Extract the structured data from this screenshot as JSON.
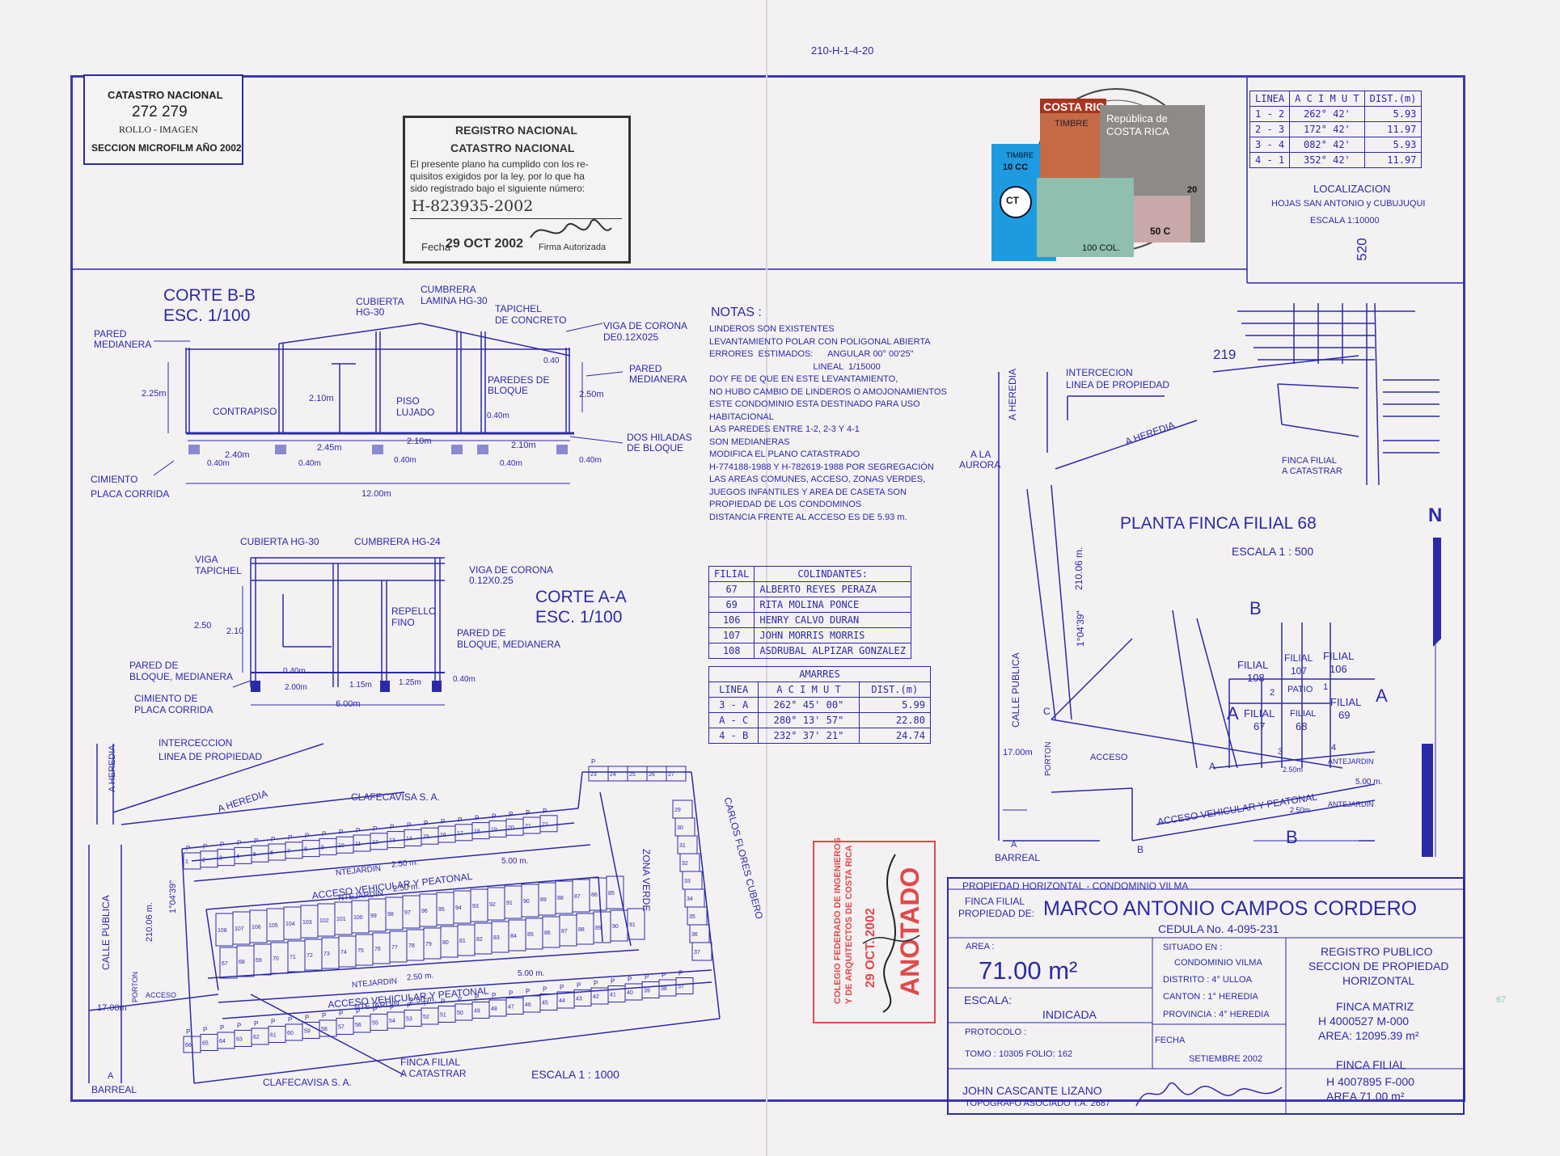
{
  "ref_code": "210-H-1-4-20",
  "catastro_stamp": {
    "title": "CATASTRO NACIONAL",
    "number": "272 279",
    "rollo": "ROLLO - IMAGEN",
    "seccion": "SECCION MICROFILM AÑO 2002"
  },
  "registro_stamp": {
    "line1": "REGISTRO NACIONAL",
    "line2": "CATASTRO NACIONAL",
    "text1": "El presente plano ha cumplido con los re-",
    "text2": "quisitos exigidos por la ley, por lo que ha",
    "text3": "sido registrado bajo el siguiente número:",
    "number": "H-823935-2002",
    "fecha_label": "Fecha",
    "fecha": "29 OCT 2002",
    "firma_label": "Firma Autorizada"
  },
  "lines_table": {
    "headers": [
      "LINEA",
      "A C I M U T",
      "DIST.(m)"
    ],
    "rows": [
      [
        "1 - 2",
        "262° 42'",
        "5.93"
      ],
      [
        "2 - 3",
        "172° 42'",
        "11.97"
      ],
      [
        "3 - 4",
        "082° 42'",
        "5.93"
      ],
      [
        "4 - 1",
        "352° 42'",
        "11.97"
      ]
    ]
  },
  "localizacion": {
    "title": "LOCALIZACION",
    "hojas": "HOJAS   SAN ANTONIO y CUBUJUQUI",
    "escala": "ESCALA  1:10000",
    "n520": "520",
    "n219": "219",
    "finca": "FINCA FILIAL",
    "finca2": "A CATASTRAR"
  },
  "corte_bb": {
    "title": "CORTE  B-B",
    "escala": "ESC. 1/100",
    "labels": {
      "cumbrera": "CUMBRERA",
      "lamina": "LAMINA HG-30",
      "cubierta": "CUBIERTA",
      "hg30": "HG-30",
      "tapichel": "TAPICHEL",
      "concreto": "DE CONCRETO",
      "viga": "VIGA DE CORONA",
      "viga2": "DE0.12X025",
      "pared_med": "PARED",
      "medianera": "MEDIANERA",
      "pared_med_r": "PARED",
      "medianera_r": "MEDIANERA",
      "paredes": "PAREDES DE",
      "bloque": "BLOQUE",
      "contrapiso": "CONTRAPISO",
      "piso": "PISO",
      "lujado": "LUJADO",
      "dos_hiladas": "DOS HILADAS",
      "de_bloque": "DE BLOQUE",
      "cimiento": "CIMIENTO",
      "placa": "PLACA CORRIDA",
      "d225": "2.25m",
      "d210a": "2.10m",
      "d250": "2.50m",
      "d040a": "0.40",
      "d040b": "0.40m",
      "d240": "2.40m",
      "d245": "2.45m",
      "d210b": "2.10m",
      "d210c": "2.10m",
      "d040c": "0.40m",
      "d040d": "0.40m",
      "d040e": "0.40m",
      "d040f": "0.40m",
      "d040g": "0.40m",
      "d1200": "12.00m"
    }
  },
  "corte_aa": {
    "title": "CORTE  A-A",
    "escala": "ESC. 1/100",
    "labels": {
      "cubierta": "CUBIERTA HG-30",
      "cumbrera": "CUMBRERA HG-24",
      "viga": "VIGA",
      "tapichel": "TAPICHEL",
      "viga_corona": "VIGA DE CORONA",
      "viga_dim": "0.12X0.25",
      "repello": "REPELLO",
      "fino": "FINO",
      "pared": "PARED DE",
      "bloque_med": "BLOQUE, MEDIANERA",
      "pared2": "PARED DE",
      "bloque_med2": "BLOQUE, MEDIANERA",
      "cimiento": "CIMIENTO DE",
      "placa": "PLACA CORRIDA",
      "d250": "2.50",
      "d210": "2.10",
      "d040a": "0.40m",
      "d200": "2.00m",
      "d115": "1.15m",
      "d125": "1.25m",
      "d040b": "0.40m",
      "d600": "6.00m"
    }
  },
  "notas": {
    "title": "NOTAS :",
    "lines": [
      "LINDEROS SON EXISTENTES",
      "LEVANTAMIENTO POLAR CON POLIGONAL ABIERTA",
      "ERRORES  ESTIMADOS:      ANGULAR 00° 00'25\"",
      "                                          LINEAL  1/15000",
      "",
      "DOY FE DE QUE EN ESTE LEVANTAMIENTO,",
      "NO HUBO CAMBIO DE LINDEROS O AMOJONAMIENTOS",
      "ESTE CONDOMINIO ESTA DESTINADO PARA USO",
      "HABITACIONAL",
      "LAS PAREDES ENTRE 1-2, 2-3 Y 4-1",
      "SON MEDIANERAS",
      "MODIFICA EL PLANO CATASTRADO",
      "H-774188-1988 Y H-782619-1988 POR SEGREGACIÓN",
      "LAS AREAS COMUNES, ACCESO, ZONAS VERDES,",
      "JUEGOS INFANTILES Y AREA DE CASETA SON",
      "PROPIEDAD DE LOS CONDOMINOS",
      "DISTANCIA FRENTE AL ACCESO ES DE 5.93 m."
    ]
  },
  "colindantes": {
    "headers": [
      "FILIAL",
      "COLINDANTES:"
    ],
    "rows": [
      [
        "67",
        "ALBERTO REYES PERAZA"
      ],
      [
        "69",
        "RITA MOLINA PONCE"
      ],
      [
        "106",
        "HENRY CALVO DURAN"
      ],
      [
        "107",
        "JOHN MORRIS MORRIS"
      ],
      [
        "108",
        "ASDRUBAL ALPIZAR GONZALEZ"
      ]
    ]
  },
  "amarres": {
    "title": "AMARRES",
    "headers": [
      "LINEA",
      "A C I M U T",
      "DIST.(m)"
    ],
    "rows": [
      [
        "3 - A",
        "262° 45' 00\"",
        "5.99"
      ],
      [
        "A - C",
        "280° 13' 57\"",
        "22.80"
      ],
      [
        "4 - B",
        "232° 37' 21\"",
        "24.74"
      ]
    ]
  },
  "planta": {
    "title": "PLANTA  FINCA  FILIAL  68",
    "escala": "ESCALA   1 : 500",
    "north": "N",
    "labels": {
      "heredia": "A HEREDIA",
      "intercecion": "INTERCECION",
      "linea_prop": "LINEA DE PROPIEDAD",
      "heredia2": "A HEREDIA",
      "aurora": "A LA",
      "aurora2": "AURORA",
      "d21006": "210.06 m.",
      "angle": "1°04'39\"",
      "calle": "CALLE PUBLICA",
      "d1700": "17.00m",
      "porton": "PORTON",
      "acceso": "ACCESO",
      "barreal": "A",
      "barreal2": "BARREAL",
      "c": "C",
      "a": "A",
      "b": "B",
      "bt": "B",
      "bb": "B",
      "aa_l": "A",
      "aa_r": "A",
      "f108": "FILIAL",
      "f108n": "108",
      "f107": "FILIAL",
      "f107n": "107",
      "f106": "FILIAL",
      "f106n": "106",
      "patio": "PATIO",
      "f67": "FILIAL",
      "f67n": "67",
      "f68": "FILIAL",
      "f68n": "68",
      "f69": "FILIAL",
      "f69n": "69",
      "p1": "1",
      "p2": "2",
      "p3": "3",
      "p4": "4",
      "d250": "2.50m",
      "antejardin": "ANTEJARDIN",
      "d500": "5.00 m.",
      "d250b": "2.50m",
      "antejardin2": "ANTEJARDIN",
      "acceso_vp": "ACCESO VEHICULAR Y PEATONAL"
    }
  },
  "site_plan": {
    "heredia": "A HEREDIA",
    "intercecion": "INTERCECCION",
    "linea": "LINEA DE PROPIEDAD",
    "heredia2": "A HEREDIA",
    "clafecavisa": "CLAFECAVISA S. A.",
    "clafecavisa2": "CLAFECAVISA S. A.",
    "carlos": "CARLOS FLORES CUBERO",
    "zona": "ZONA VERDE",
    "acceso1": "ACCESO VEHICULAR Y PEATONAL",
    "acceso2": "ACCESO VEHICULAR Y PEATONAL",
    "ntejardin1": "NTEJARDIN",
    "ntejardin2": "NTEJARDIN",
    "ntejardin3": "NTEJARDIN",
    "ntejardin4": "NTEJARDIN",
    "d250a": "2.50 m.",
    "d250b": "2.50 m.",
    "d250c": "2.50 m.",
    "d250d": "2.50 m.",
    "d500a": "5.00 m.",
    "d500b": "5.00 m.",
    "calle": "CALLE PUBLICA",
    "d21006": "210.06 m.",
    "angle": "1°04'39\"",
    "d1700": "17.00m",
    "porton": "PORTON",
    "acceso": "ACCESO",
    "barreal": "A",
    "barreal2": "BARREAL",
    "finca": "FINCA FILIAL",
    "finca2": "A CATASTRAR",
    "escala": "ESCALA   1 : 1000",
    "p": "P"
  },
  "colegio_stamp": {
    "line1": "COLEGIO FEDERADO DE INGENIEROS",
    "line2": "Y DE ARQUITECTOS DE COSTA RICA",
    "date": "29 OCT. 2002",
    "anotado": "ANOTADO"
  },
  "stamps": {
    "costa_rica": "COSTA RICA",
    "timbre": "TIMBRE",
    "republica": "República de",
    "costa_rica2": "COSTA RICA",
    "timbre2": "TIMBRE",
    "ct": "CT",
    "c100": "100 COL.",
    "c50": "50 C",
    "c20": "20",
    "c10": "10 CC"
  },
  "title_block": {
    "header": "PROPIEDAD HORIZONTAL - CONDOMINIO VILMA",
    "finca_label1": "FINCA FILIAL",
    "finca_label2": "PROPIEDAD DE:",
    "owner": "MARCO  ANTONIO  CAMPOS  CORDERO",
    "cedula": "CEDULA No.  4-095-231",
    "area_label": "AREA :",
    "area_value": "71.00  m²",
    "escala_label": "ESCALA:",
    "escala_value": "INDICADA",
    "protocolo_label": "PROTOCOLO :",
    "tomo": "TOMO : 10305   FOLIO: 162",
    "situado_label": "SITUADO EN :",
    "situado": "CONDOMINIO VILMA",
    "distrito": "DISTRITO :  4° ULLOA",
    "canton": "CANTON  :  1° HEREDIA",
    "provincia": "PROVINCIA  :  4° HEREDIA",
    "fecha_label": "FECHA",
    "fecha": "SETIEMBRE 2002",
    "registro1": "REGISTRO PUBLICO",
    "registro2": "SECCION DE PROPIEDAD",
    "registro3": "HORIZONTAL",
    "matriz1": "FINCA MATRIZ",
    "matriz2": "H 4000527 M-000",
    "matriz3": "AREA:  12095.39  m²",
    "filial1": "FINCA FILIAL",
    "filial2": "H 4007895 F-000",
    "filial3": "AREA  71.00  m²",
    "topografo": "JOHN CASCANTE LIZANO",
    "topografo2": "TOPOGRAFO ASOCIADO T.A. 2687"
  },
  "margin_note": "67"
}
